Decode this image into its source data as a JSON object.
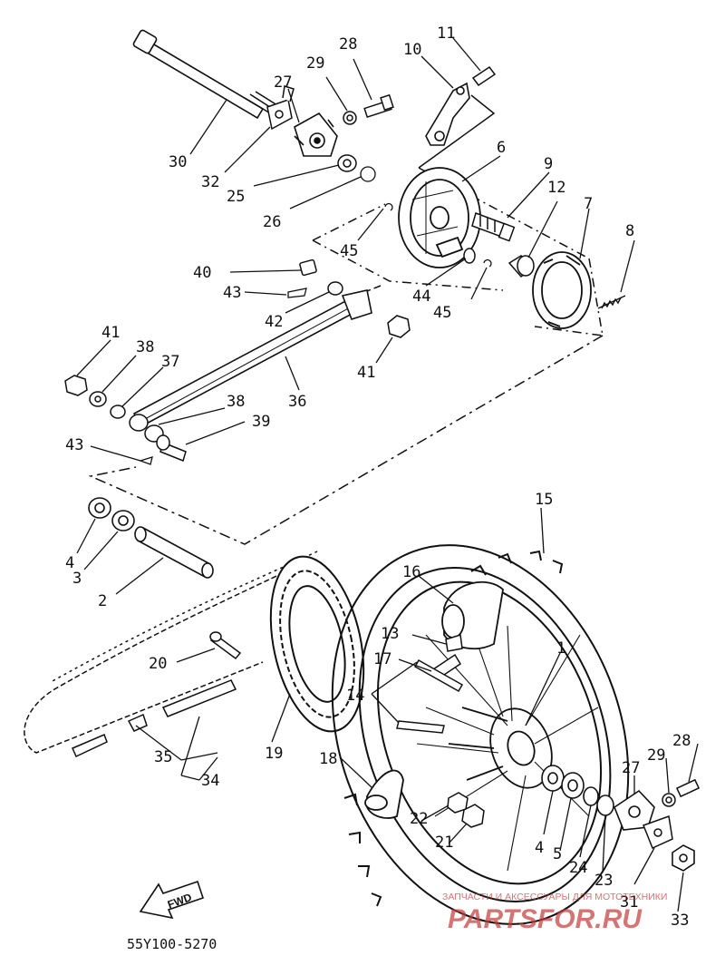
{
  "diagram": {
    "drawing_code": "55Y100-5270",
    "fwd_label": "FWD",
    "watermark": {
      "tagline": "ЗАПЧАСТИ И АКСЕССУАРЫ ДЛЯ МОТОТЕХНИКИ",
      "brand": "PARTSFOR.RU"
    },
    "callouts": {
      "c30": "30",
      "c32": "32",
      "c27a": "27",
      "c29a": "29",
      "c28a": "28",
      "c10": "10",
      "c11": "11",
      "c25": "25",
      "c26": "26",
      "c6": "6",
      "c9": "9",
      "c12": "12",
      "c7": "7",
      "c8": "8",
      "c45a": "45",
      "c40": "40",
      "c43a": "43",
      "c42": "42",
      "c44": "44",
      "c45b": "45",
      "c41a": "41",
      "c38a": "38",
      "c37": "37",
      "c41b": "41",
      "c36": "36",
      "c38b": "38",
      "c39": "39",
      "c43b": "43",
      "c4a": "4",
      "c3": "3",
      "c2": "2",
      "c15": "15",
      "c16": "16",
      "c13": "13",
      "c17": "17",
      "c1": "1",
      "c14": "14",
      "c20": "20",
      "c19": "19",
      "c35": "35",
      "c34": "34",
      "c18": "18",
      "c22": "22",
      "c21": "21",
      "c4b": "4",
      "c5": "5",
      "c24": "24",
      "c23": "23",
      "c27b": "27",
      "c29b": "29",
      "c28b": "28",
      "c31": "31",
      "c33": "33"
    }
  }
}
